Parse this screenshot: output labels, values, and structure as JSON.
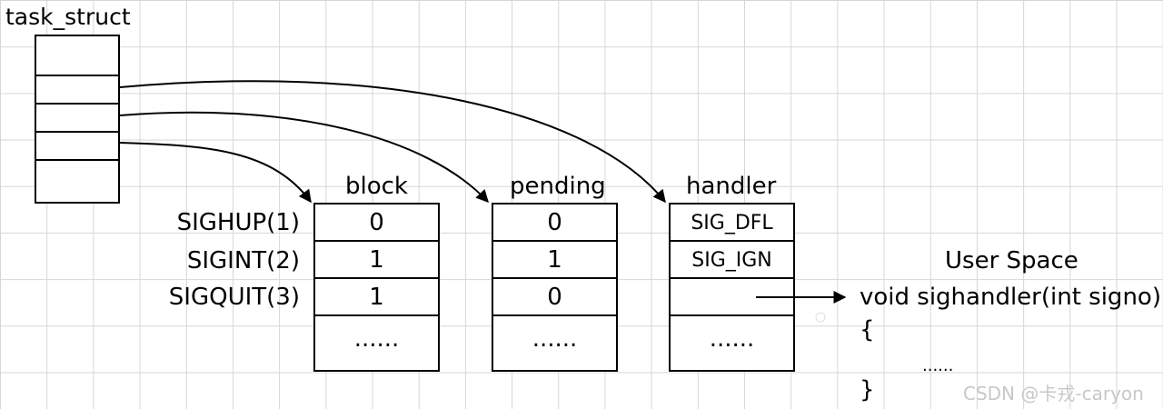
{
  "task_struct": {
    "label": "task_struct"
  },
  "tables": {
    "block": {
      "header": "block",
      "cells": [
        "0",
        "1",
        "1",
        "......"
      ]
    },
    "pending": {
      "header": "pending",
      "cells": [
        "0",
        "1",
        "0",
        "......"
      ]
    },
    "handler": {
      "header": "handler",
      "cells": [
        "SIG_DFL",
        "SIG_IGN",
        "",
        "......"
      ]
    }
  },
  "signals": [
    "SIGHUP(1)",
    "SIGINT(2)",
    "SIGQUIT(3)"
  ],
  "user_space": {
    "title": "User Space",
    "signature": "void sighandler(int signo)",
    "open_brace": "{",
    "body": "......",
    "close_brace": "}"
  },
  "watermark": "CSDN @卡戎-caryon"
}
